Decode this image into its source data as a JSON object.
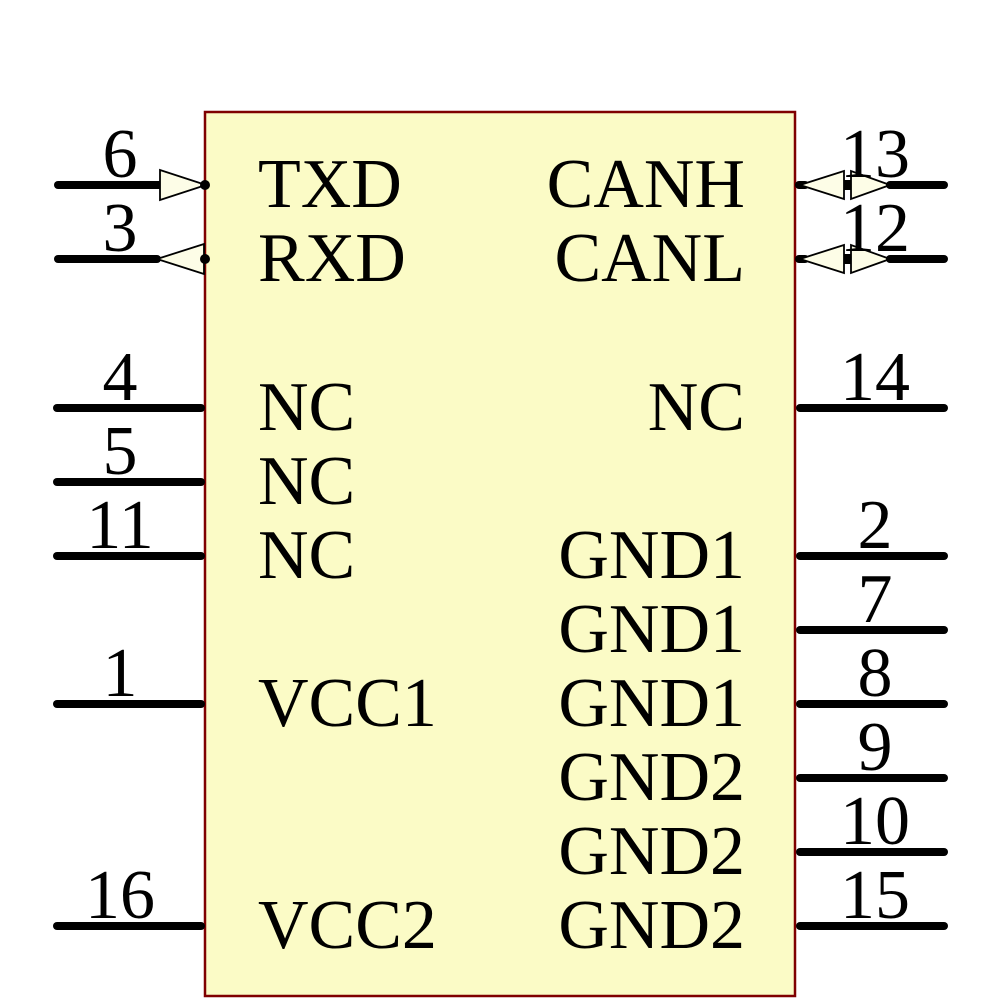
{
  "component": {
    "body_fill": "#fbfbc6",
    "body_border": "#7f0000",
    "wire_color": "#000000",
    "arrow_fill": "#fdfde7",
    "pins": {
      "left": [
        {
          "number": "6",
          "label": "TXD",
          "direction": "input"
        },
        {
          "number": "3",
          "label": "RXD",
          "direction": "output"
        },
        {
          "number": "4",
          "label": "NC",
          "direction": "passive"
        },
        {
          "number": "5",
          "label": "NC",
          "direction": "passive"
        },
        {
          "number": "11",
          "label": "NC",
          "direction": "passive"
        },
        {
          "number": "1",
          "label": "VCC1",
          "direction": "passive"
        },
        {
          "number": "16",
          "label": "VCC2",
          "direction": "passive"
        }
      ],
      "right": [
        {
          "number": "13",
          "label": "CANH",
          "direction": "bidirectional"
        },
        {
          "number": "12",
          "label": "CANL",
          "direction": "bidirectional"
        },
        {
          "number": "14",
          "label": "NC",
          "direction": "passive"
        },
        {
          "number": "2",
          "label": "GND1",
          "direction": "passive"
        },
        {
          "number": "7",
          "label": "GND1",
          "direction": "passive"
        },
        {
          "number": "8",
          "label": "GND1",
          "direction": "passive"
        },
        {
          "number": "9",
          "label": "GND2",
          "direction": "passive"
        },
        {
          "number": "10",
          "label": "GND2",
          "direction": "passive"
        },
        {
          "number": "15",
          "label": "GND2",
          "direction": "passive"
        }
      ]
    }
  }
}
